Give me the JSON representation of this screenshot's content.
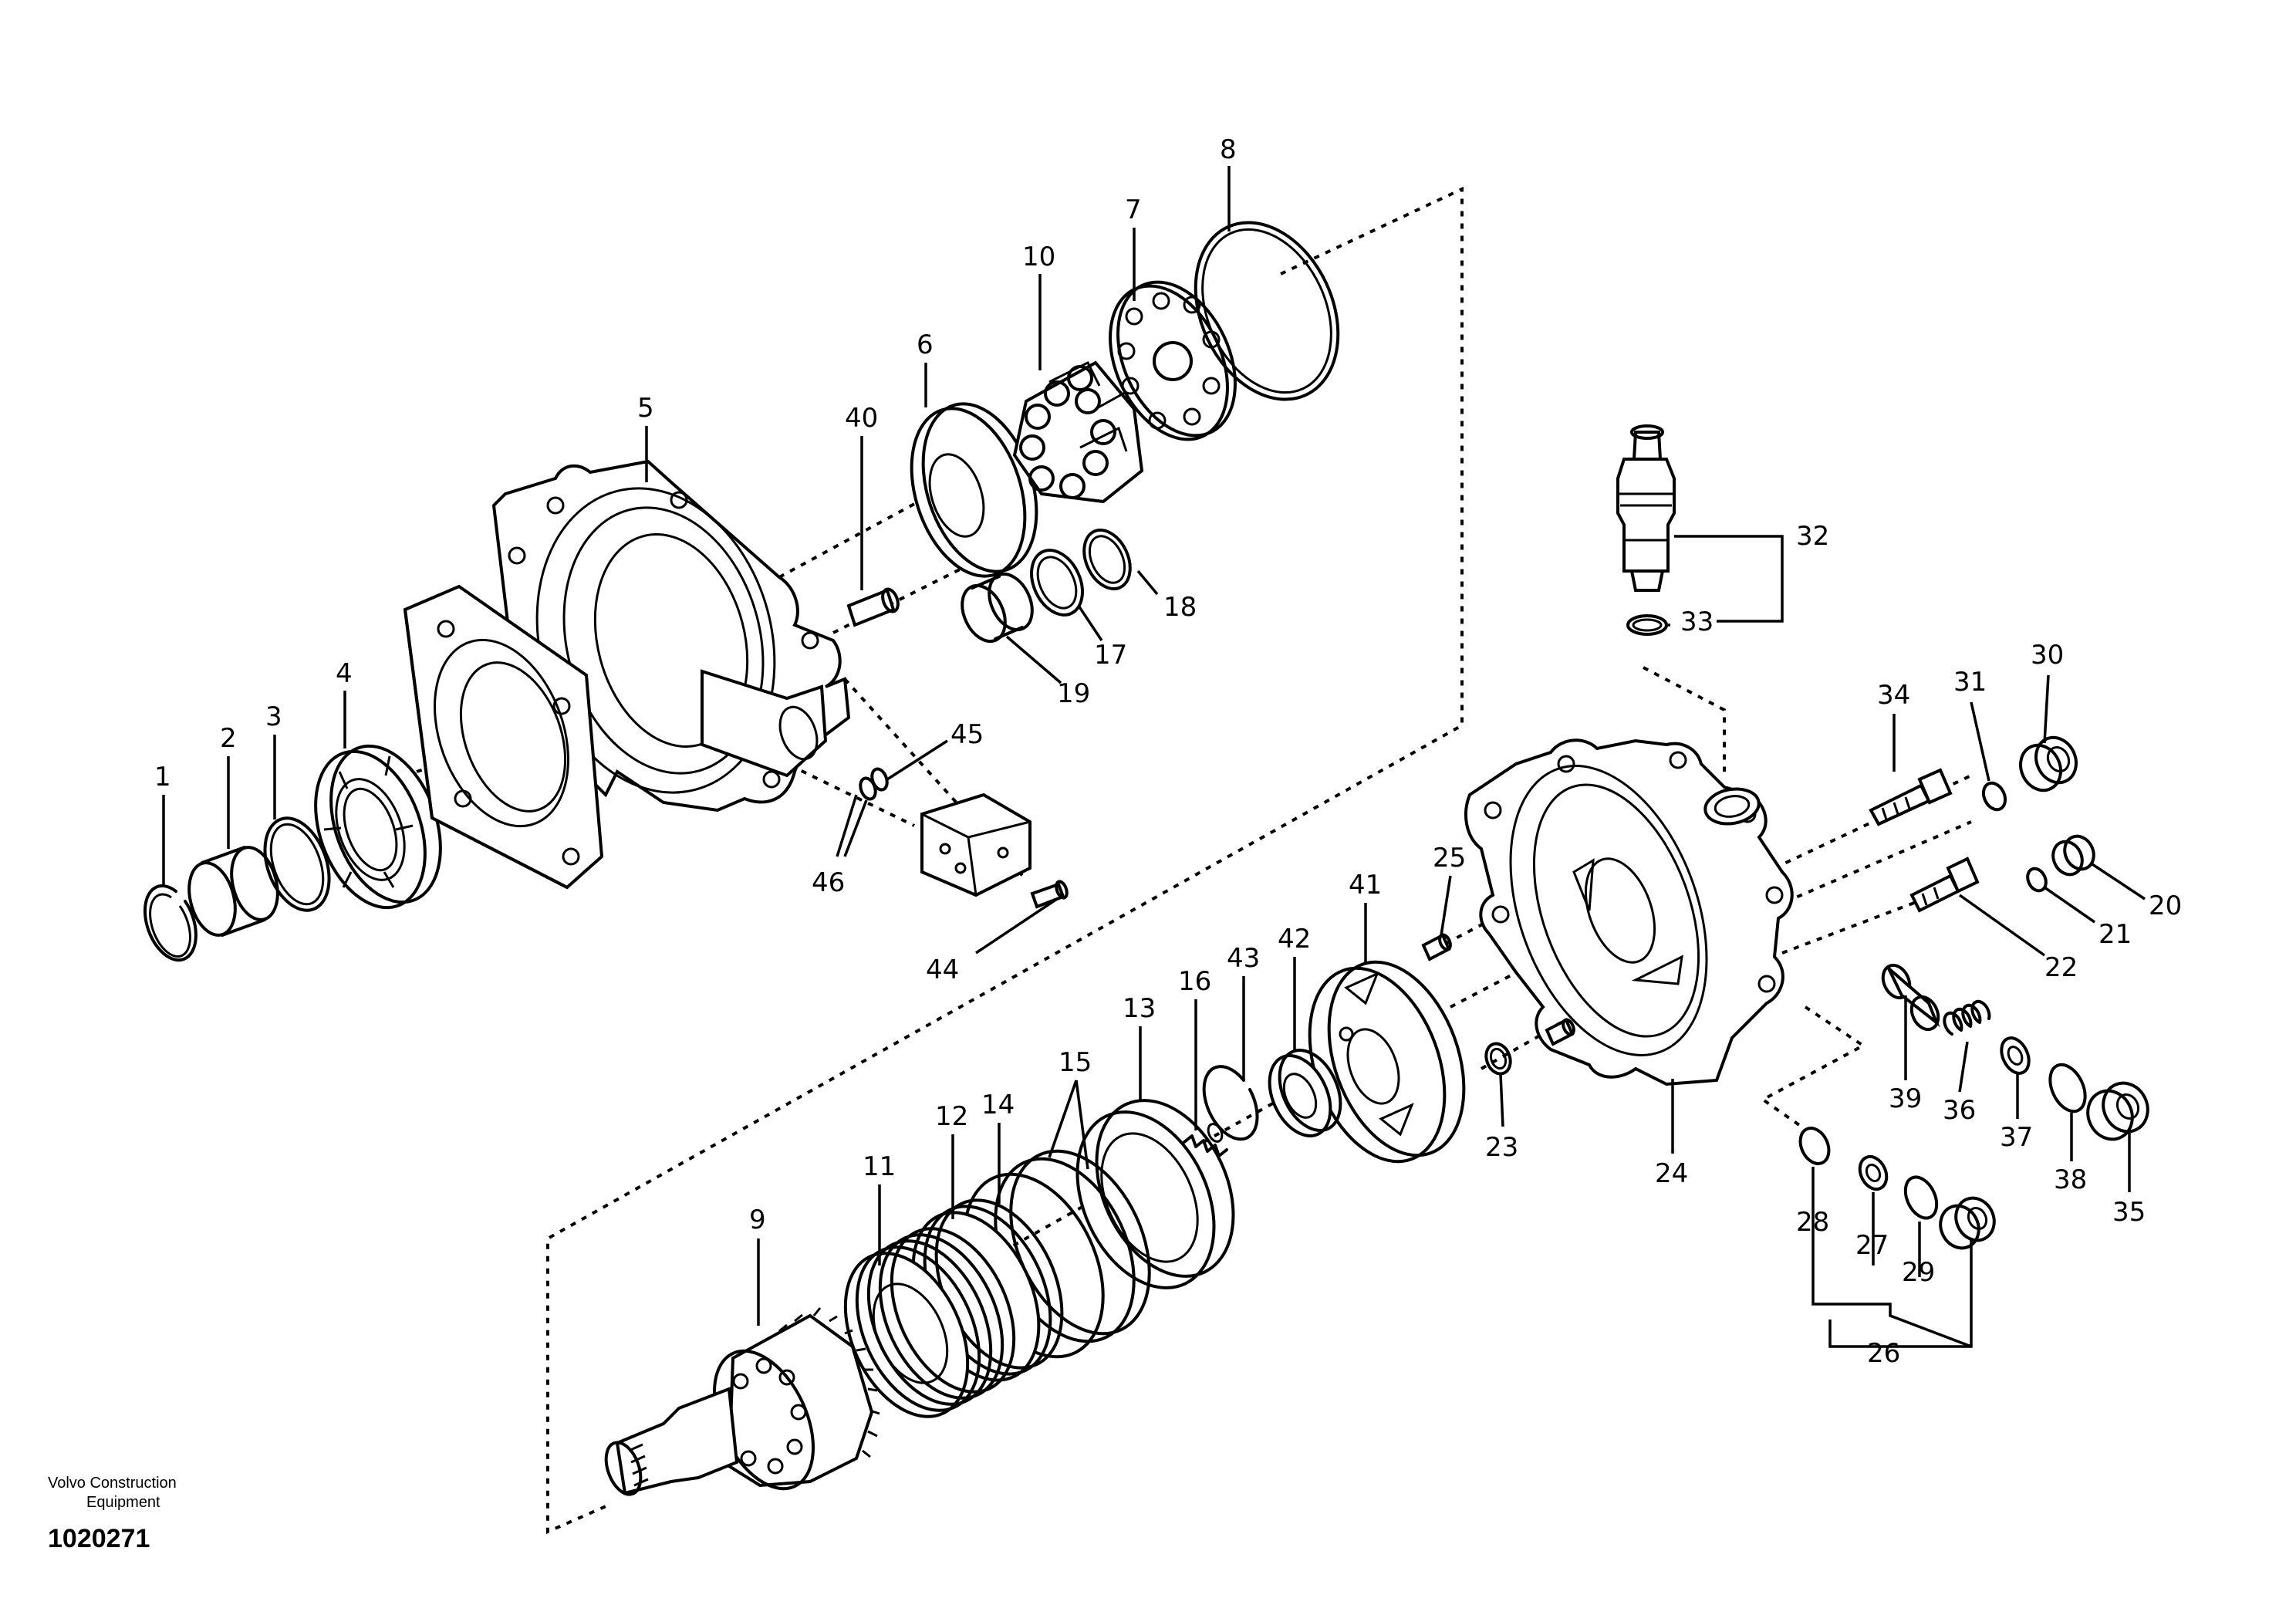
{
  "publisher": {
    "line1": "Volvo Construction",
    "line2": "Equipment"
  },
  "document_number": "1020271",
  "callouts": {
    "c1": "1",
    "c2": "2",
    "c3": "3",
    "c4": "4",
    "c5": "5",
    "c6": "6",
    "c7": "7",
    "c8": "8",
    "c9": "9",
    "c10": "10",
    "c11": "11",
    "c12": "12",
    "c13": "13",
    "c14": "14",
    "c15": "15",
    "c16": "16",
    "c17": "17",
    "c18": "18",
    "c19": "19",
    "c20": "20",
    "c21": "21",
    "c22": "22",
    "c23": "23",
    "c24": "24",
    "c25": "25",
    "c26": "26",
    "c27": "27",
    "c28": "28",
    "c29": "29",
    "c30": "30",
    "c31": "31",
    "c32": "32",
    "c33": "33",
    "c34": "34",
    "c35": "35",
    "c36": "36",
    "c37": "37",
    "c38": "38",
    "c39": "39",
    "c40": "40",
    "c41": "41",
    "c42": "42",
    "c43": "43",
    "c44": "44",
    "c45": "45",
    "c46": "46"
  }
}
